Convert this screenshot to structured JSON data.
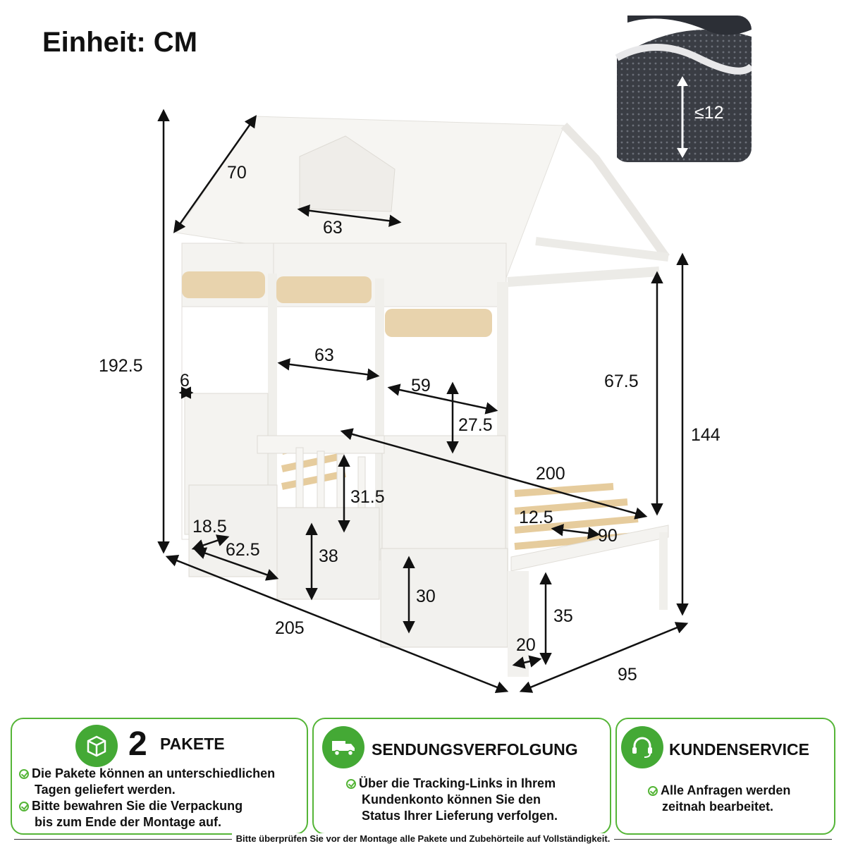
{
  "header": {
    "unit": "Einheit: CM"
  },
  "mattress": {
    "label": "≤12"
  },
  "dimensions": {
    "roof_slope": "70",
    "roof_window": "63",
    "total_height": "192.5",
    "front_window": "63",
    "side_gap": "6",
    "side_window_width": "59",
    "side_window_height": "27.5",
    "post_height": "67.5",
    "right_height": "144",
    "length": "200",
    "guard_height": "31.5",
    "slat_gap": "12.5",
    "width": "90",
    "drawer_depth": "18.5",
    "drawer_width": "62.5",
    "drawer_height_a": "38",
    "drawer_height_b": "30",
    "floor_clearance": "35",
    "leg_width": "20",
    "outer_length": "205",
    "outer_width": "95"
  },
  "cards": {
    "packages": {
      "number": "2",
      "title": "PAKETE",
      "bullets": [
        "Die Pakete können an unterschiedlichen",
        "Tagen geliefert werden.",
        "Bitte bewahren Sie die Verpackung",
        "bis zum Ende der Montage auf."
      ]
    },
    "tracking": {
      "title": "SENDUNGSVERFOLGUNG",
      "bullets": [
        "Über die Tracking-Links in Ihrem",
        "Kundenkonto können Sie den",
        "Status Ihrer Lieferung verfolgen."
      ]
    },
    "service": {
      "title": "KUNDENSERVICE",
      "bullets": [
        "Alle Anfragen werden",
        "zeitnah bearbeitet."
      ]
    }
  },
  "footer": {
    "text": "Bitte überprüfen Sie vor der Montage alle Pakete und Zubehörteile auf Vollständigkeit."
  },
  "colors": {
    "accent": "#44a935",
    "border": "#55b537",
    "wood": "#e8d3ad"
  }
}
